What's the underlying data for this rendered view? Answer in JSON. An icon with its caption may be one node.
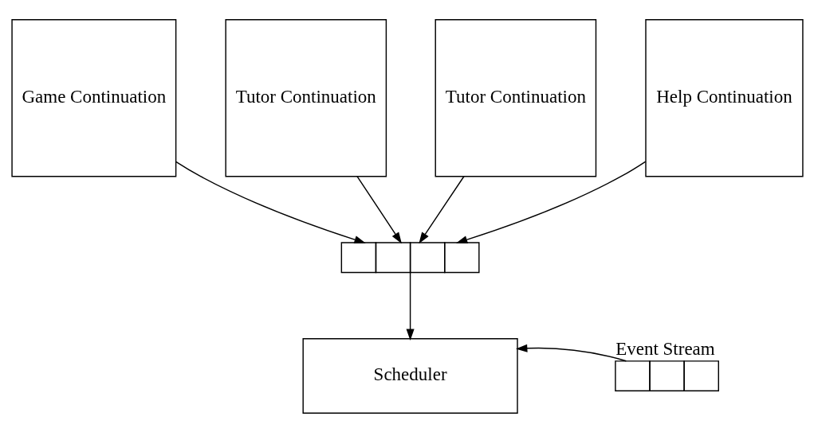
{
  "diagram": {
    "nodes": [
      {
        "text": [
          "Game Continuation"
        ]
      },
      {
        "text": [
          "Tutor Continuation"
        ]
      },
      {
        "text": [
          "Tutor Continuation"
        ]
      },
      {
        "text": [
          "Help Continuation"
        ]
      },
      {
        "text": [],
        "shape": "queue"
      },
      {
        "text": [
          "Scheduler"
        ]
      },
      {
        "text": [],
        "shape": "queue",
        "beside": [
          "Event Stream"
        ]
      }
    ],
    "edges": [
      {
        "from": 0,
        "to": 4,
        "arrow": "to"
      },
      {
        "from": 1,
        "to": 4,
        "arrow": "to"
      },
      {
        "from": 2,
        "to": 4,
        "arrow": "to"
      },
      {
        "from": 3,
        "to": 4,
        "arrow": "to"
      },
      {
        "from": 4,
        "to": 5,
        "arrow": "to"
      },
      {
        "from": 6,
        "to": 5,
        "arrow": "to"
      }
    ]
  }
}
